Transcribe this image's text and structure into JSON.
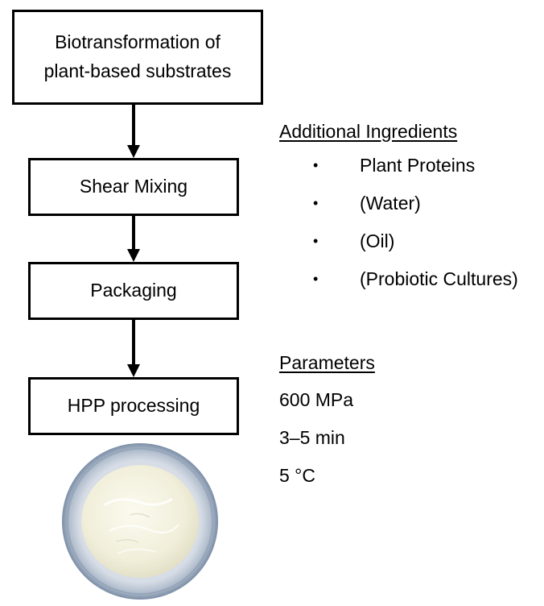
{
  "flowchart": {
    "steps": [
      {
        "lines": [
          "Biotransformation of",
          "plant-based substrates"
        ]
      },
      {
        "lines": [
          "Shear Mixing"
        ]
      },
      {
        "lines": [
          "Packaging"
        ]
      },
      {
        "lines": [
          "HPP processing"
        ]
      }
    ]
  },
  "additional_ingredients": {
    "heading": "Additional Ingredients",
    "bullet": "•",
    "items": [
      "Plant Proteins",
      "(Water)",
      "(Oil)",
      "(Probiotic Cultures)"
    ]
  },
  "parameters": {
    "heading": "Parameters",
    "items": [
      "600 MPa",
      "3–5 min",
      "5 °C"
    ]
  },
  "colors": {
    "box_border": "#000000",
    "arrow": "#000000",
    "product_cream": "#f3f1de",
    "cup_rim": "#a9b8cc"
  }
}
